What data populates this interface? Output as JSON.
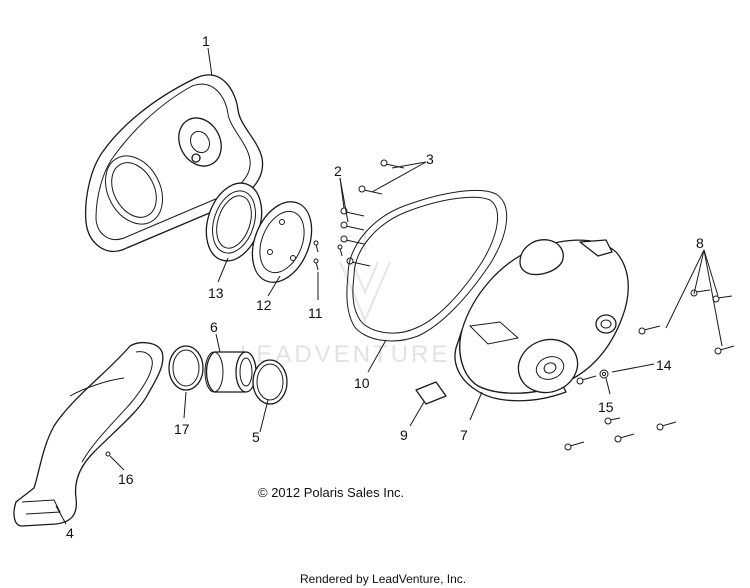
{
  "callouts": {
    "c1": "1",
    "c2": "2",
    "c3": "3",
    "c4": "4",
    "c5": "5",
    "c6": "6",
    "c7": "7",
    "c8": "8",
    "c9": "9",
    "c10": "10",
    "c11": "11",
    "c12": "12",
    "c13": "13",
    "c14": "14",
    "c15": "15",
    "c16": "16",
    "c17": "17"
  },
  "copyright": "© 2012 Polaris Sales Inc.",
  "watermark": "LEADVENTURE",
  "footer": "Rendered by LeadVenture, Inc."
}
